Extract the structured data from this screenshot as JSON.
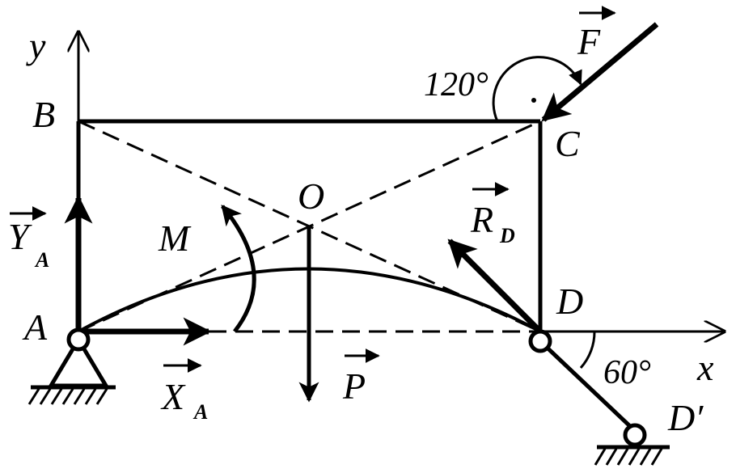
{
  "figure": {
    "points": {
      "A": "A",
      "B": "B",
      "C": "C",
      "D": "D",
      "O": "O",
      "D_prime": "D′"
    },
    "axes": {
      "x": "x",
      "y": "y"
    },
    "forces": {
      "F": "F",
      "P": "P",
      "M": "M",
      "R_main": "R",
      "R_sub": "D",
      "X_main": "X",
      "X_sub": "A",
      "Y_main": "Y",
      "Y_sub": "A"
    },
    "angles": {
      "top": "120°",
      "bottom": "60°"
    }
  }
}
